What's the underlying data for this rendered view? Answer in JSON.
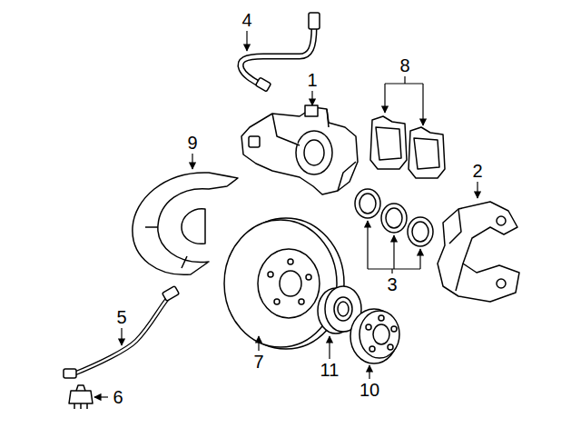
{
  "diagram": {
    "labels": [
      "4",
      "8",
      "1",
      "9",
      "2",
      "3",
      "5",
      "7",
      "11",
      "10",
      "6"
    ]
  }
}
